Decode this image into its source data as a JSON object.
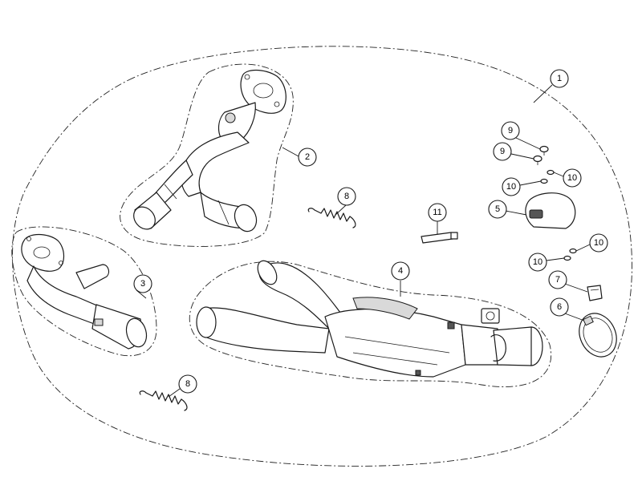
{
  "callouts": [
    {
      "id": "c1",
      "label": "1"
    },
    {
      "id": "c2",
      "label": "2"
    },
    {
      "id": "c3",
      "label": "3"
    },
    {
      "id": "c4",
      "label": "4"
    },
    {
      "id": "c5",
      "label": "5"
    },
    {
      "id": "c6",
      "label": "6"
    },
    {
      "id": "c7",
      "label": "7"
    },
    {
      "id": "c8a",
      "label": "8"
    },
    {
      "id": "c8b",
      "label": "8"
    },
    {
      "id": "c9a",
      "label": "9"
    },
    {
      "id": "c9b",
      "label": "9"
    },
    {
      "id": "c10a",
      "label": "10"
    },
    {
      "id": "c10b",
      "label": "10"
    },
    {
      "id": "c10c",
      "label": "10"
    },
    {
      "id": "c10d",
      "label": "10"
    },
    {
      "id": "c11",
      "label": "11"
    }
  ]
}
